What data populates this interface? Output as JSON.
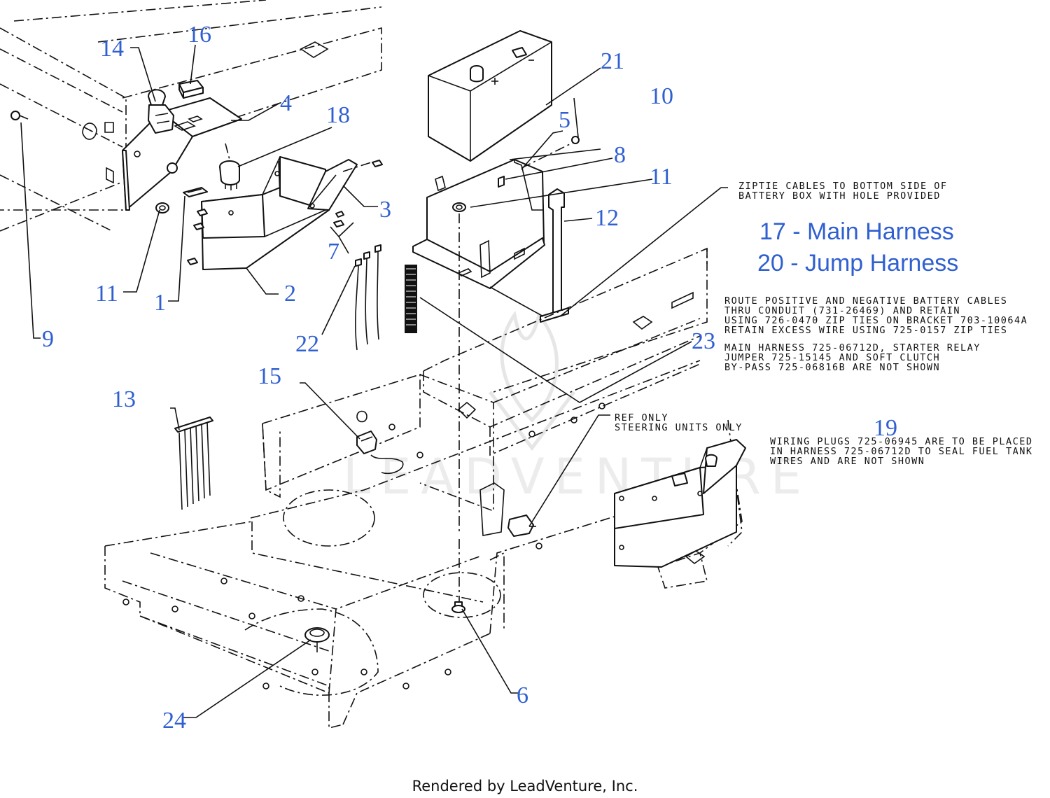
{
  "callouts": [
    {
      "id": "1",
      "label": "1"
    },
    {
      "id": "2",
      "label": "2"
    },
    {
      "id": "3",
      "label": "3"
    },
    {
      "id": "4",
      "label": "4"
    },
    {
      "id": "5",
      "label": "5"
    },
    {
      "id": "6",
      "label": "6"
    },
    {
      "id": "7",
      "label": "7"
    },
    {
      "id": "8",
      "label": "8"
    },
    {
      "id": "9",
      "label": "9"
    },
    {
      "id": "10",
      "label": "10"
    },
    {
      "id": "11a",
      "label": "11"
    },
    {
      "id": "11b",
      "label": "11"
    },
    {
      "id": "12",
      "label": "12"
    },
    {
      "id": "13",
      "label": "13"
    },
    {
      "id": "14",
      "label": "14"
    },
    {
      "id": "15",
      "label": "15"
    },
    {
      "id": "16",
      "label": "16"
    },
    {
      "id": "18",
      "label": "18"
    },
    {
      "id": "19",
      "label": "19"
    },
    {
      "id": "21",
      "label": "21"
    },
    {
      "id": "22",
      "label": "22"
    },
    {
      "id": "23",
      "label": "23"
    },
    {
      "id": "24",
      "label": "24"
    }
  ],
  "legend": [
    "17 - Main Harness",
    "20 - Jump Harness"
  ],
  "notes": {
    "ziptie": [
      "ZIPTIE CABLES TO BOTTOM SIDE OF",
      "BATTERY BOX WITH HOLE PROVIDED"
    ],
    "route": [
      "ROUTE POSITIVE AND NEGATIVE BATTERY CABLES",
      "THRU CONDUIT (731-26469) AND RETAIN",
      "USING 726-0470 ZIP TIES ON BRACKET 703-10064A",
      "RETAIN EXCESS WIRE USING 725-0157 ZIP TIES"
    ],
    "main_harness": [
      "MAIN HARNESS 725-06712D, STARTER RELAY",
      "JUMPER 725-15145 AND SOFT CLUTCH",
      "BY-PASS 725-06816B ARE NOT SHOWN"
    ],
    "ref_only": [
      "REF ONLY",
      "STEERING UNITS ONLY"
    ],
    "wiring_plugs": [
      "WIRING PLUGS 725-06945 ARE TO BE PLACED",
      "IN HARNESS 725-06712D TO SEAL FUEL TANK",
      "WIRES AND ARE NOT SHOWN"
    ]
  },
  "watermark": "LEADVENTURE",
  "footer": "Rendered by LeadVenture, Inc."
}
